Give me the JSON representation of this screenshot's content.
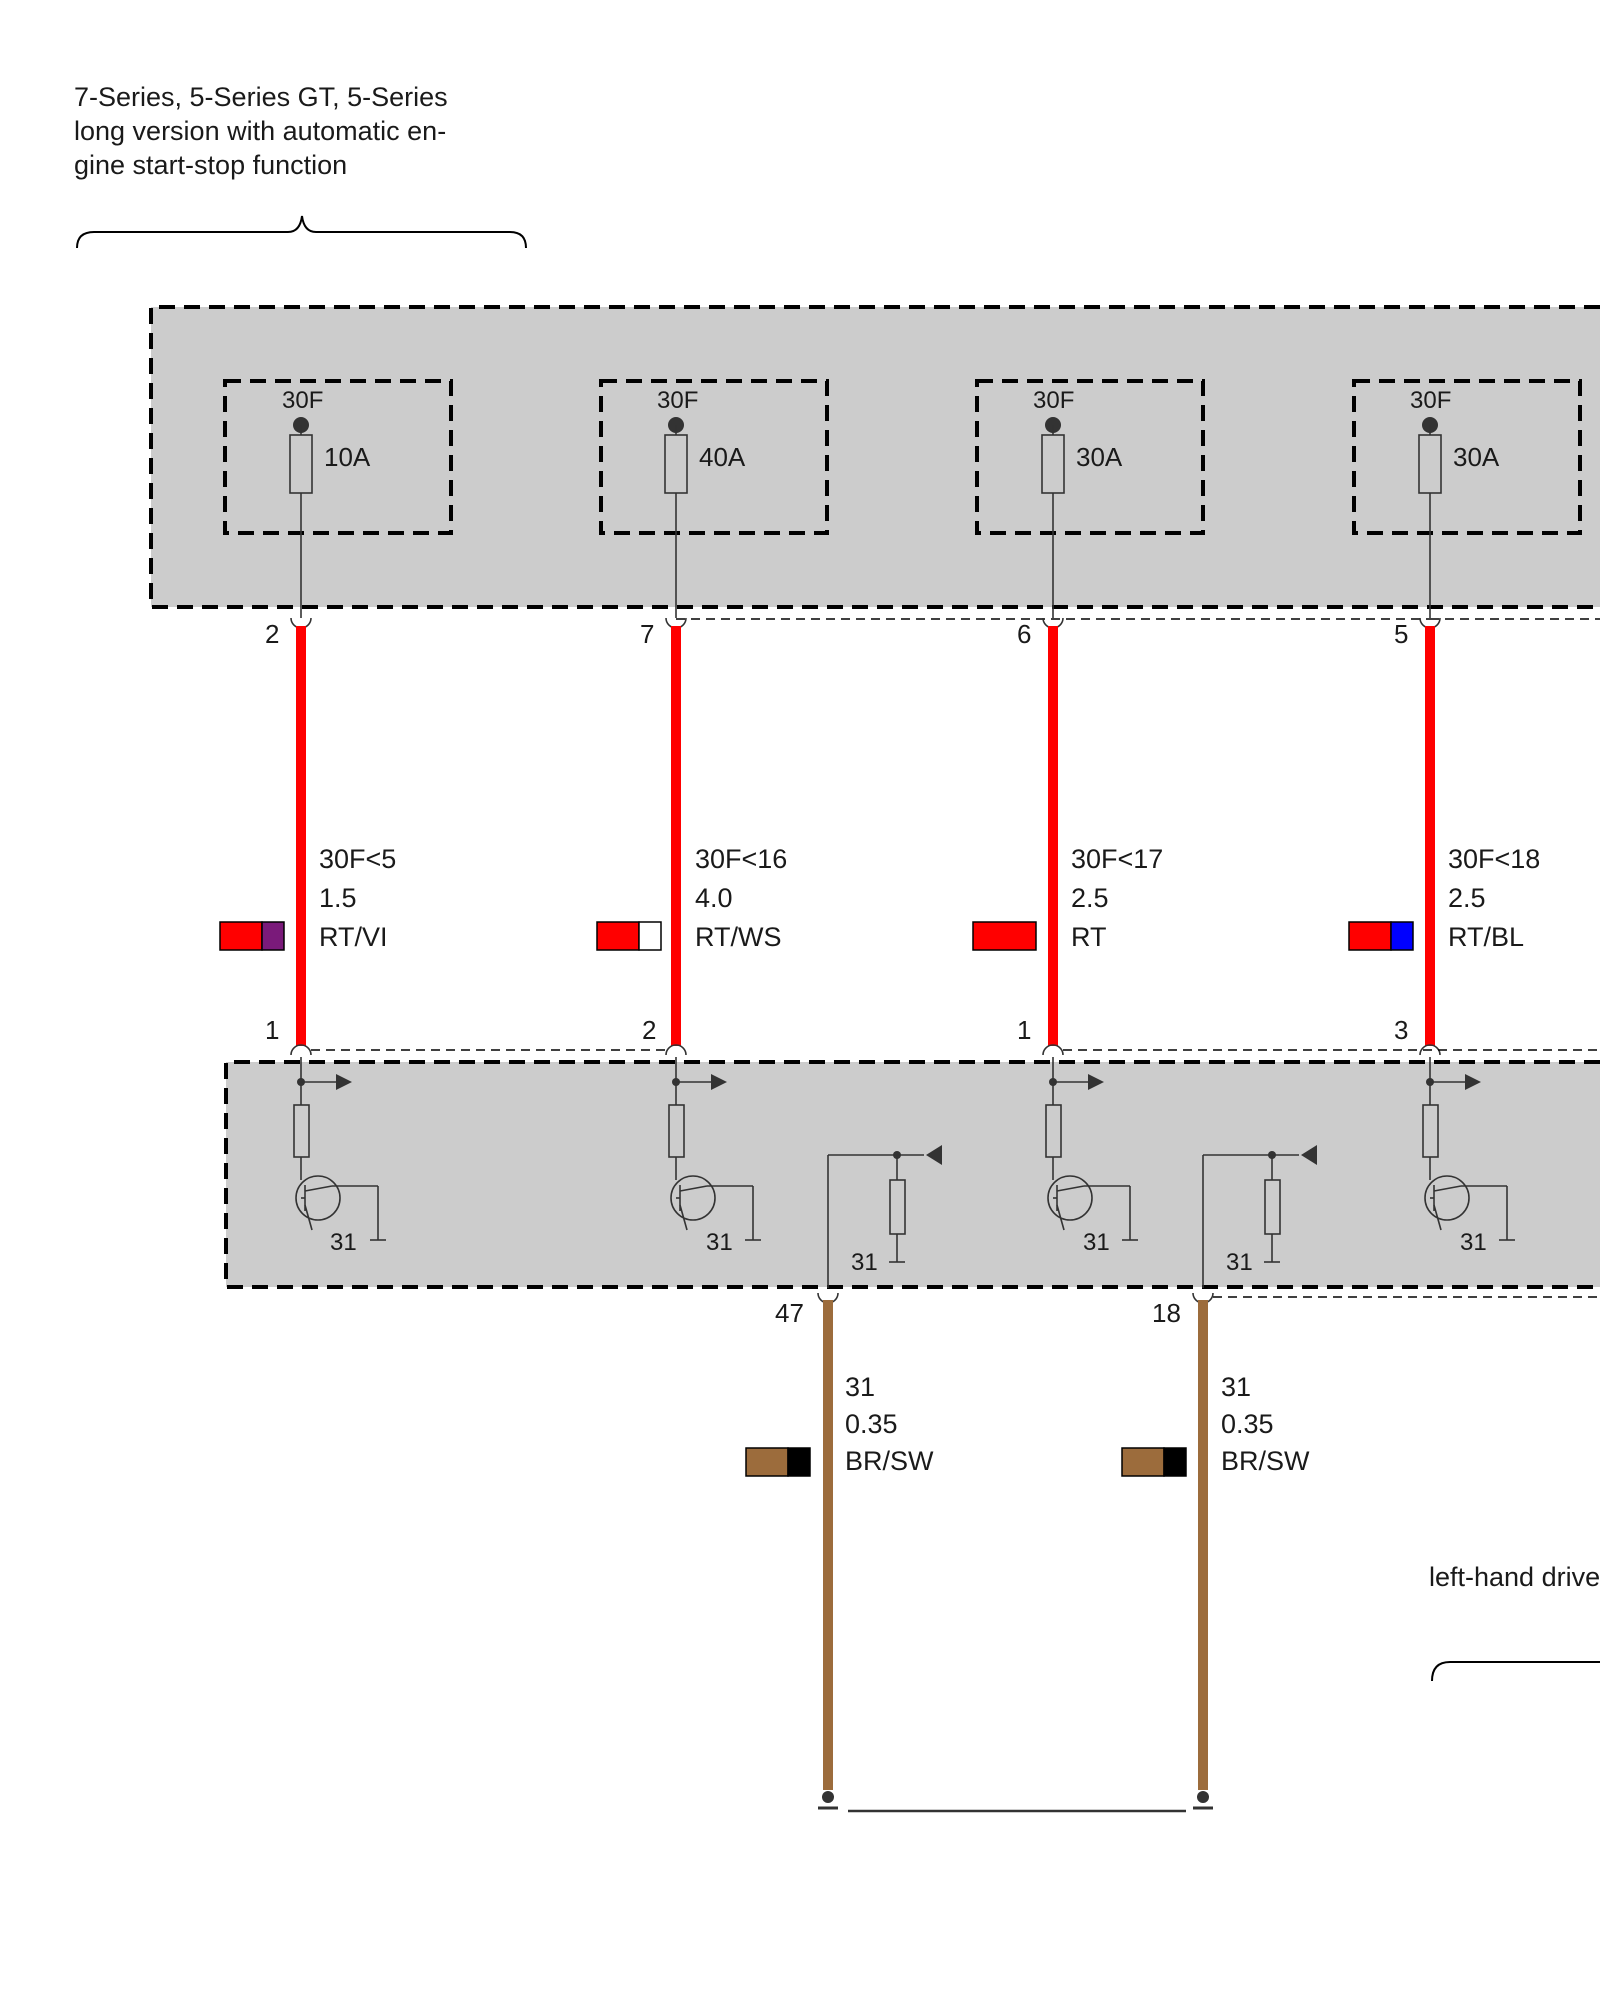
{
  "note_top": [
    "7-Series, 5-Series GT, 5-Series",
    "long version with automatic en-",
    "gine start-stop function"
  ],
  "note_right": "left-hand drive",
  "fuses": [
    {
      "terminal": "30F",
      "rating": "10A",
      "upper_pin": "2",
      "lower_pin": "1",
      "wire": {
        "signal": "30F<5",
        "size": "1.5",
        "colour_code": "RT/VI",
        "main": "#ff0000",
        "stripe": "#7a1a7a"
      }
    },
    {
      "terminal": "30F",
      "rating": "40A",
      "upper_pin": "7",
      "lower_pin": "2",
      "wire": {
        "signal": "30F<16",
        "size": "4.0",
        "colour_code": "RT/WS",
        "main": "#ff0000",
        "stripe": "#ffffff"
      }
    },
    {
      "terminal": "30F",
      "rating": "30A",
      "upper_pin": "6",
      "lower_pin": "1",
      "wire": {
        "signal": "30F<17",
        "size": "2.5",
        "colour_code": "RT",
        "main": "#ff0000",
        "stripe": null
      }
    },
    {
      "terminal": "30F",
      "rating": "30A",
      "upper_pin": "5",
      "lower_pin": "3",
      "wire": {
        "signal": "30F<18",
        "size": "2.5",
        "colour_code": "RT/BL",
        "main": "#ff0000",
        "stripe": "#0000ff"
      }
    }
  ],
  "module_ground_label": "31",
  "ground_wires": [
    {
      "pin": "47",
      "signal": "31",
      "size": "0.35",
      "colour_code": "BR/SW",
      "main": "#9c6c3c",
      "stripe": "#000000"
    },
    {
      "pin": "18",
      "signal": "31",
      "size": "0.35",
      "colour_code": "BR/SW",
      "main": "#9c6c3c",
      "stripe": "#000000"
    }
  ],
  "colors": {
    "box_fill": "#cccccc",
    "wire_red": "#ff0000",
    "wire_brown": "#9c6c3c"
  }
}
